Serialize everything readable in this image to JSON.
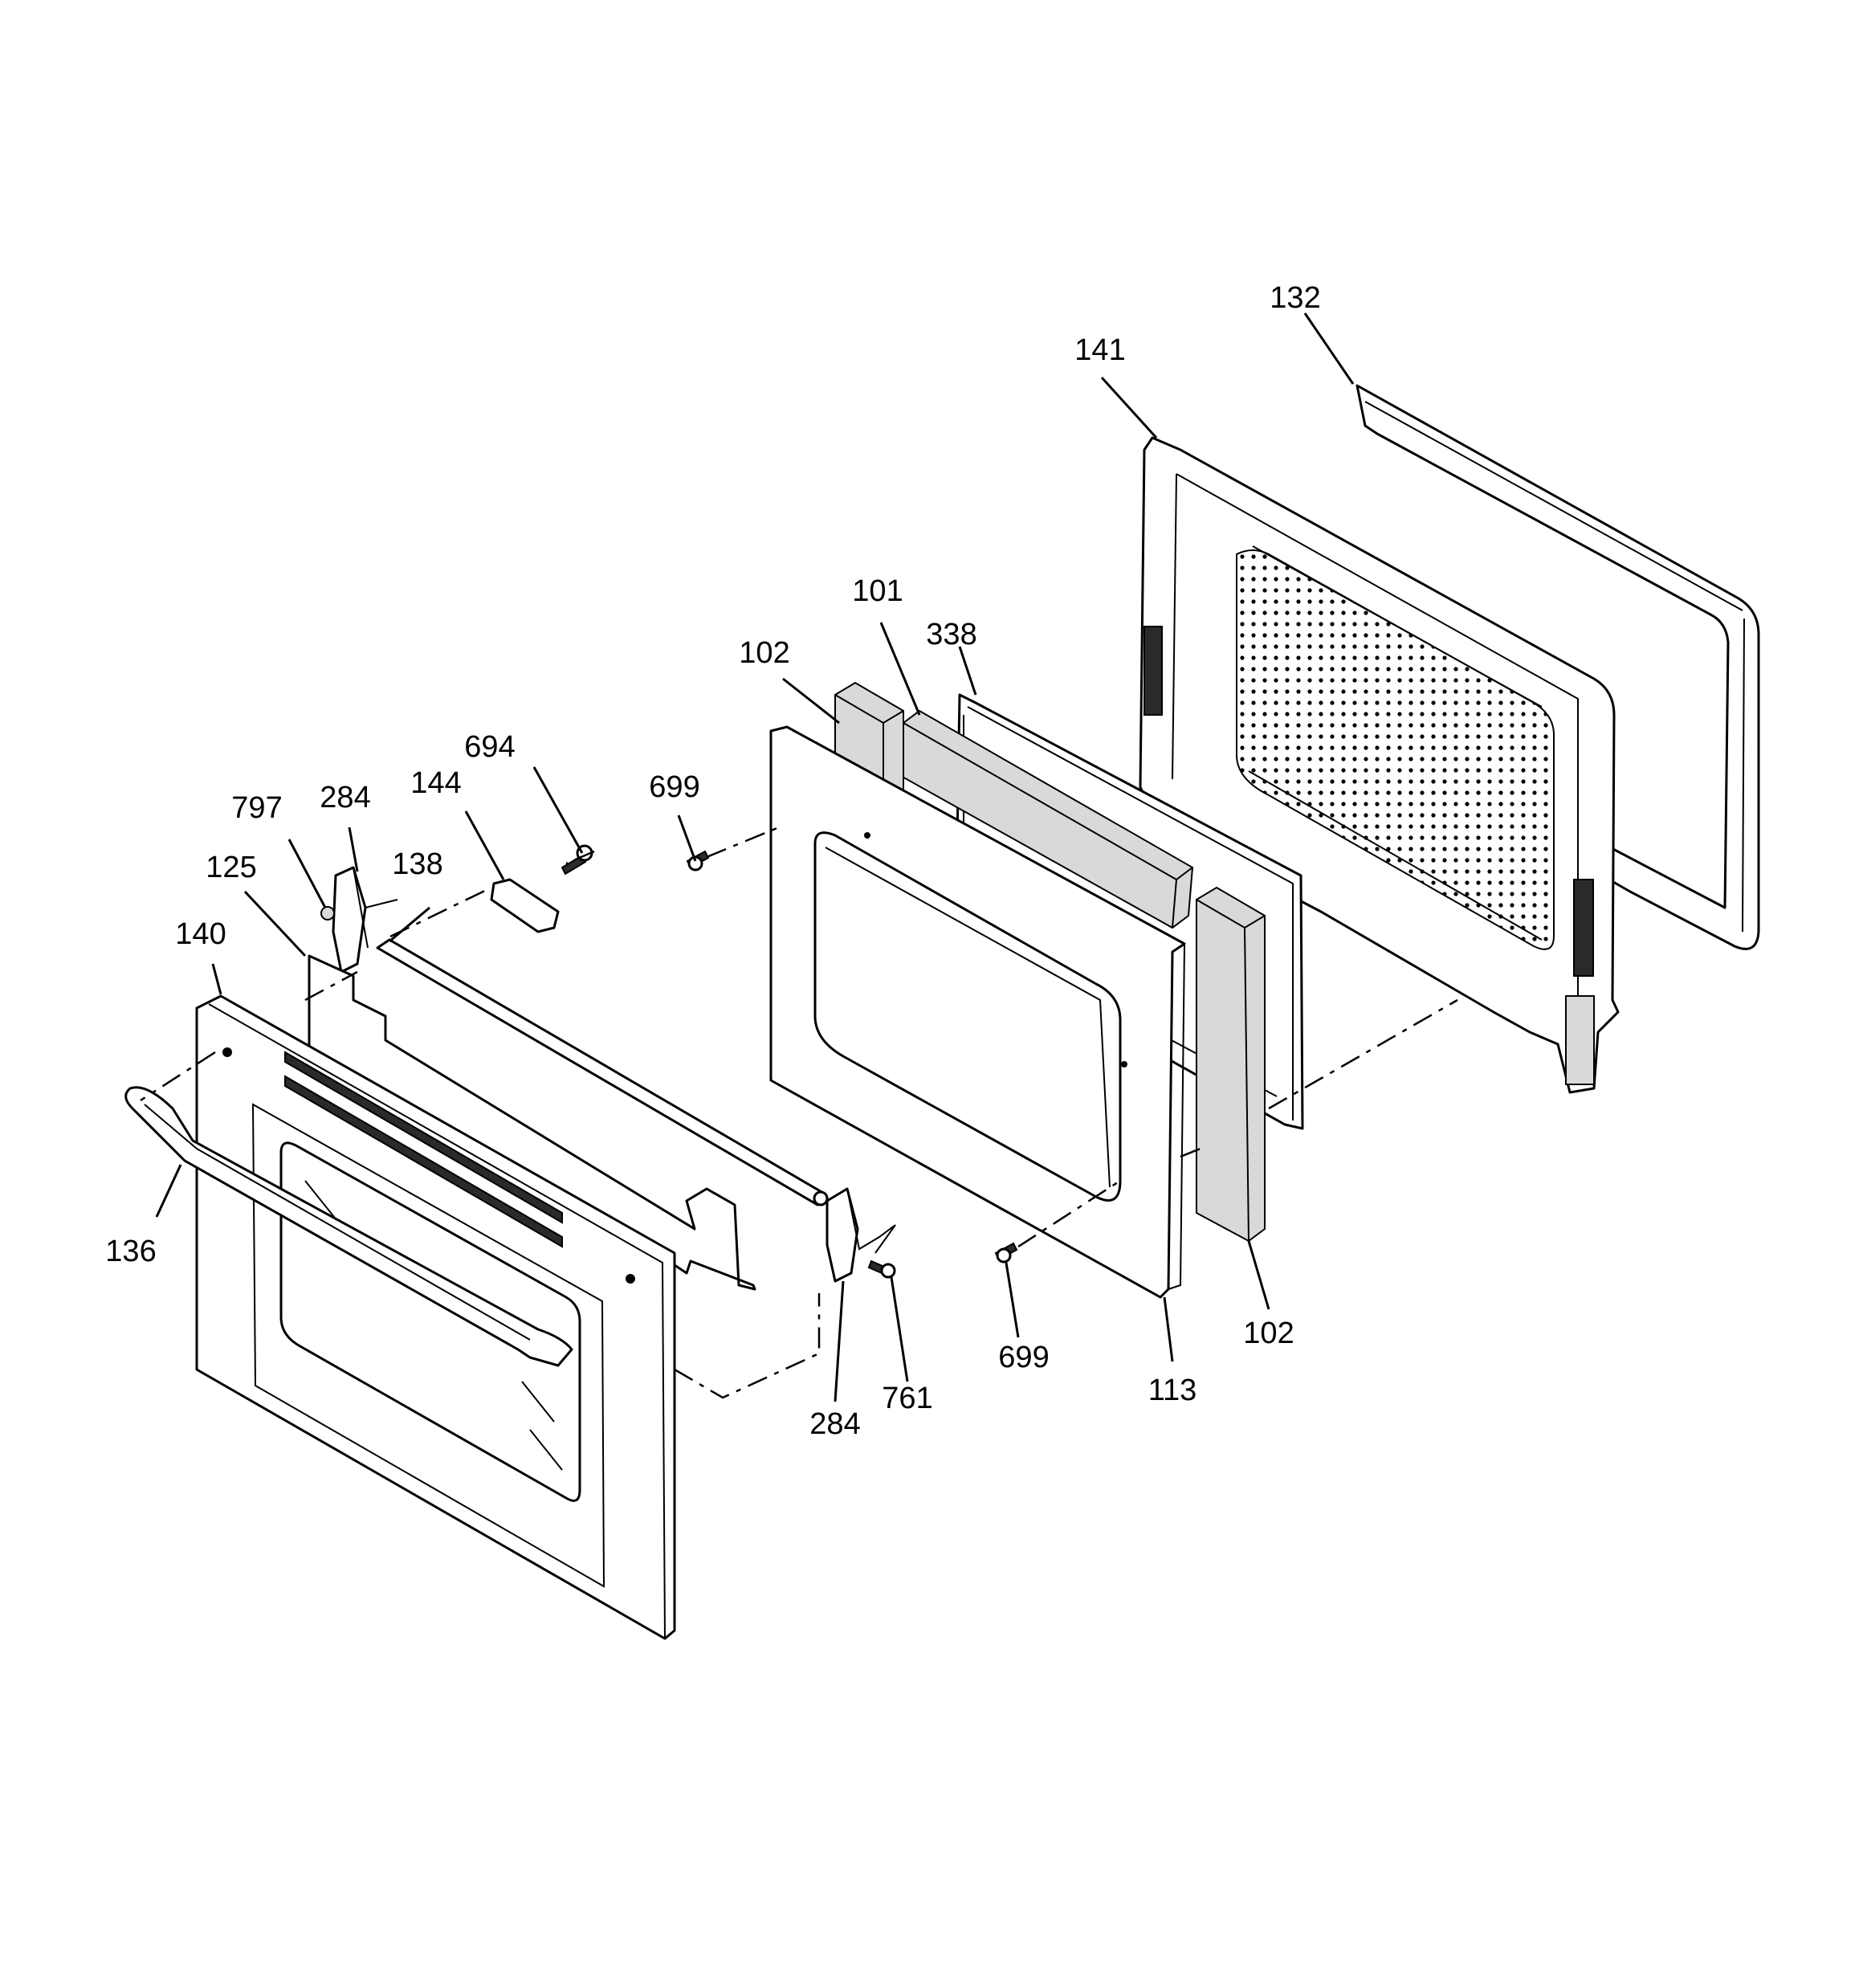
{
  "callouts": [
    {
      "id": "c132",
      "label": "132"
    },
    {
      "id": "c141",
      "label": "141"
    },
    {
      "id": "c101",
      "label": "101"
    },
    {
      "id": "c338",
      "label": "338"
    },
    {
      "id": "c102a",
      "label": "102"
    },
    {
      "id": "c699a",
      "label": "699"
    },
    {
      "id": "c694",
      "label": "694"
    },
    {
      "id": "c144",
      "label": "144"
    },
    {
      "id": "c284a",
      "label": "284"
    },
    {
      "id": "c797",
      "label": "797"
    },
    {
      "id": "c138",
      "label": "138"
    },
    {
      "id": "c125",
      "label": "125"
    },
    {
      "id": "c140",
      "label": "140"
    },
    {
      "id": "c136",
      "label": "136"
    },
    {
      "id": "c284b",
      "label": "284"
    },
    {
      "id": "c761",
      "label": "761"
    },
    {
      "id": "c699b",
      "label": "699"
    },
    {
      "id": "c113",
      "label": "113"
    },
    {
      "id": "c102b",
      "label": "102"
    }
  ]
}
